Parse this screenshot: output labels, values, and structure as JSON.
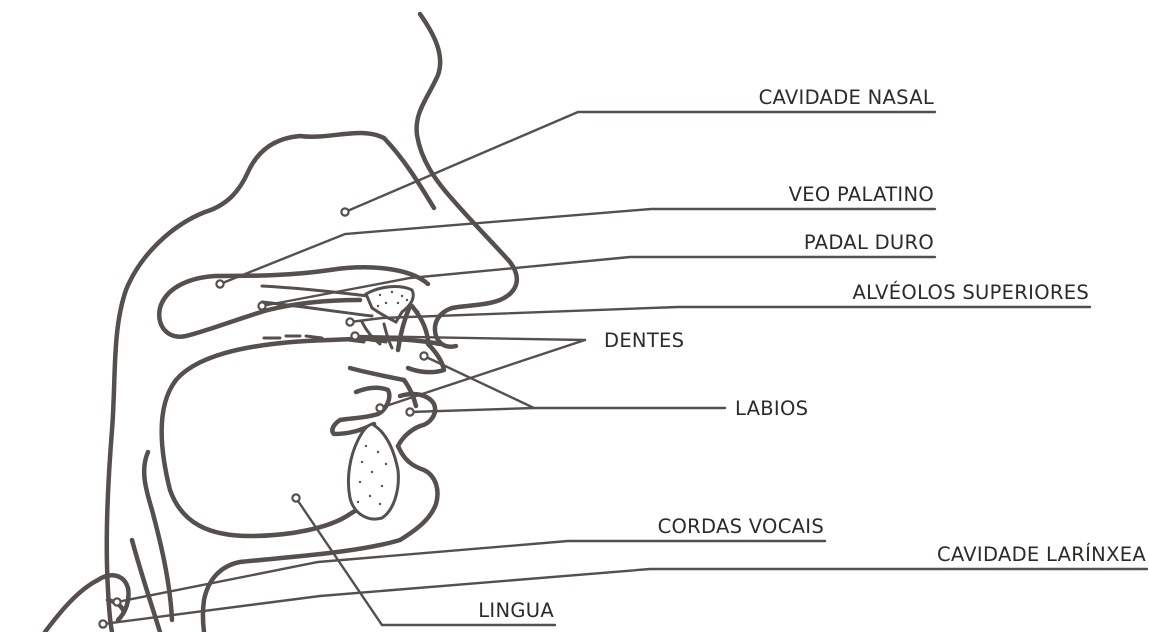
{
  "labels": {
    "nasal_cavity": "CAVIDADE NASAL",
    "soft_palate": "VEO PALATINO",
    "hard_palate": "PADAL DURO",
    "upper_alveoli": "ALVÉOLOS SUPERIORES",
    "teeth": "DENTES",
    "lips": "LABIOS",
    "vocal_cords": "CORDAS VOCAIS",
    "laryngeal_cavity": "CAVIDADE LARÍNXEA",
    "tongue": "LINGUA"
  },
  "colors": {
    "line": "#55504d",
    "text": "#2e2a28",
    "background": "#ffffff"
  }
}
